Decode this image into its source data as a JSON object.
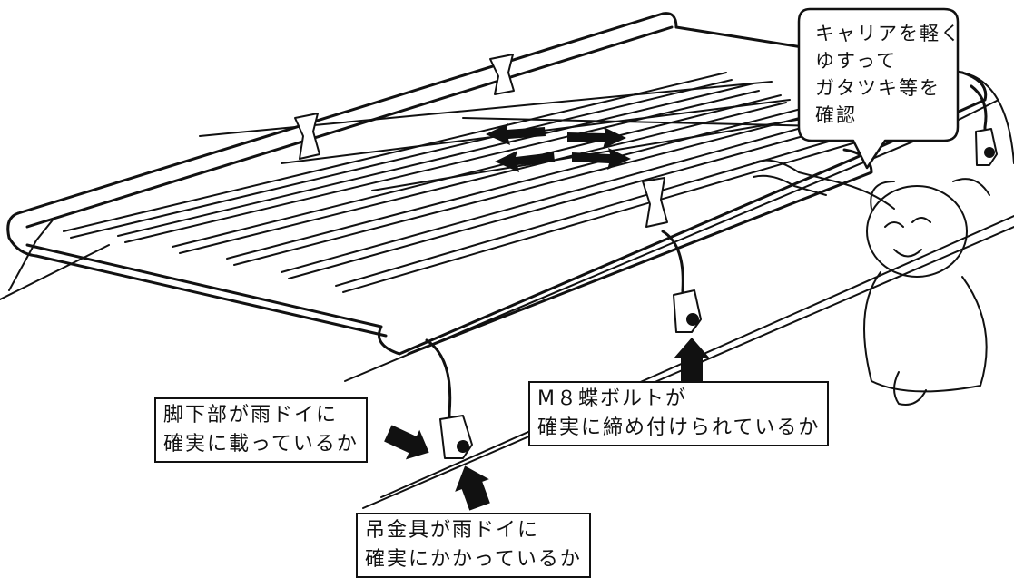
{
  "callouts": {
    "speech": {
      "lines": [
        "キャリアを軽く",
        "ゆすって",
        "ガタツキ等を",
        "確認"
      ]
    },
    "bolt": {
      "lines": [
        "M８蝶ボルトが",
        "確実に締め付けられているか"
      ]
    },
    "leg": {
      "lines": [
        "脚下部が雨ドイに",
        "確実に載っているか"
      ]
    },
    "hook": {
      "lines": [
        "吊金具が雨ドイに",
        "確実にかかっているか"
      ]
    }
  },
  "colors": {
    "ink": "#111111",
    "paper": "#ffffff"
  },
  "icons": [
    "shake-arrows-icon",
    "pointer-arrow-icon"
  ]
}
